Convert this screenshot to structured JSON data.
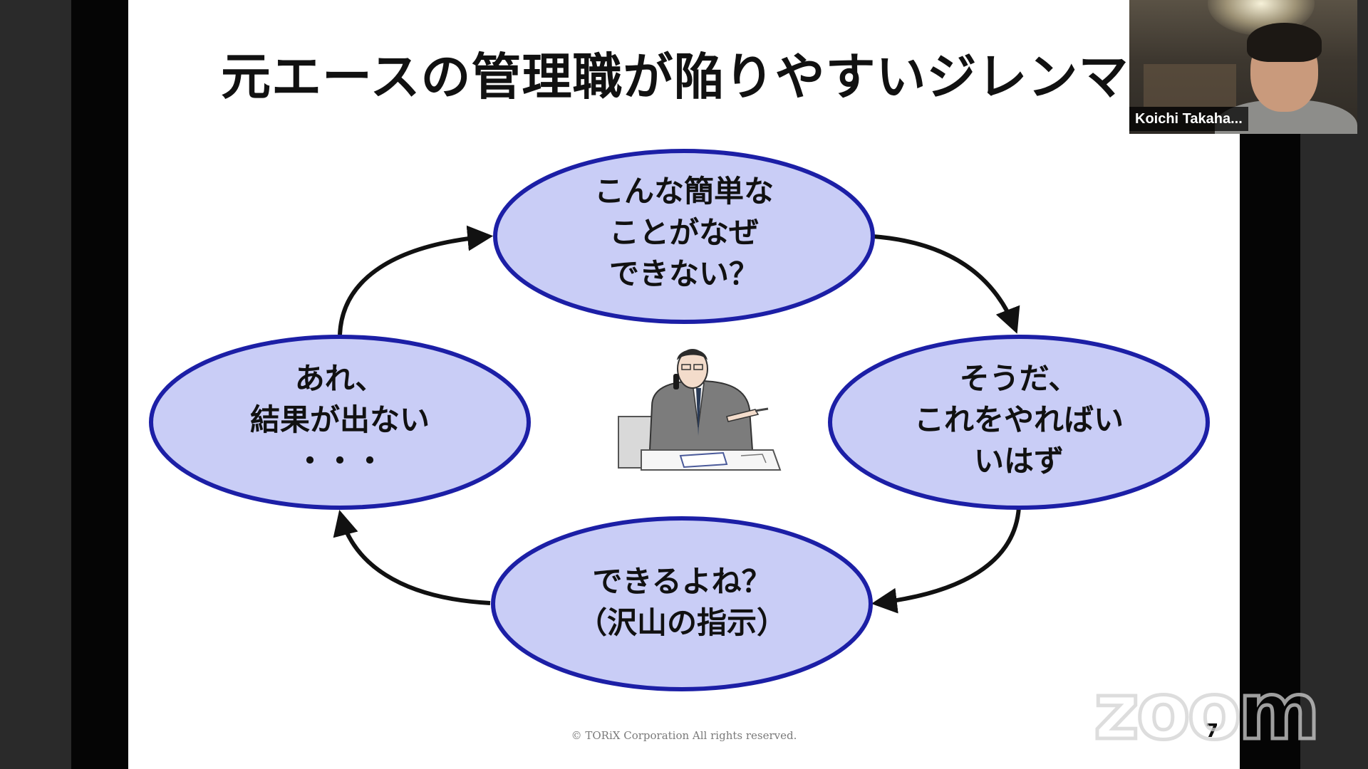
{
  "slide": {
    "title": "元エースの管理職が陥りやすいジレンマ",
    "copyright": "© TORiX Corporation All rights reserved.",
    "page_number": "7"
  },
  "cycle": {
    "top": [
      "こんな簡単な",
      "ことがなぜ",
      "できない？"
    ],
    "right": [
      "そうだ、",
      "これをやればい",
      "いはず"
    ],
    "bottom": [
      "できるよね？",
      "（沢山の指示）"
    ],
    "left": [
      "あれ、",
      "結果が出ない",
      "・・・"
    ]
  },
  "zoom": {
    "watermark": "zoom",
    "participant_name": "Koichi Takaha..."
  },
  "colors": {
    "node_fill": "#c9cdf6",
    "node_stroke": "#1c1fa6",
    "arrow": "#111111"
  }
}
